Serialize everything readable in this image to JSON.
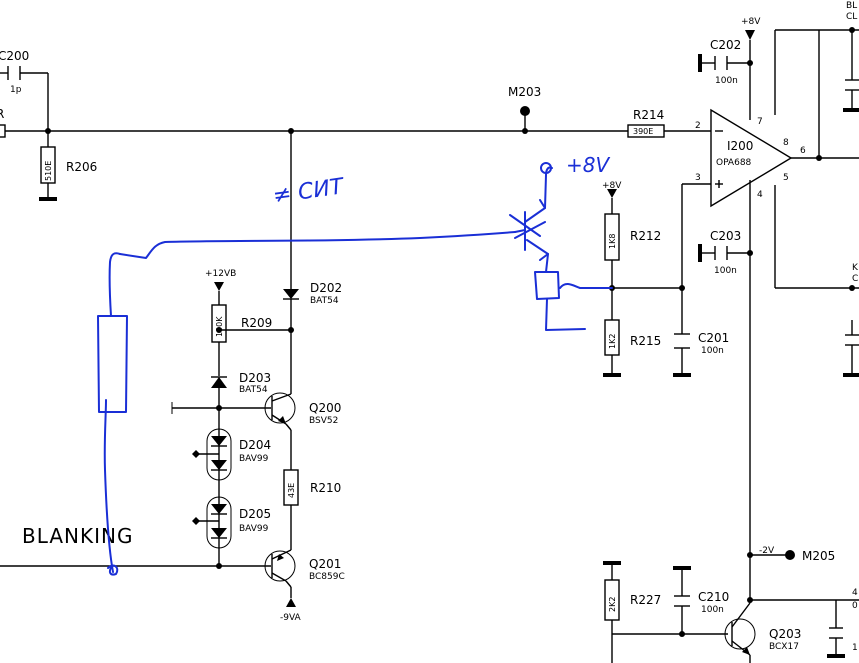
{
  "components": {
    "c200": {
      "ref": "C200",
      "value": "1p"
    },
    "r206": {
      "ref": "R206",
      "value": "510E"
    },
    "m203": {
      "ref": "M203"
    },
    "r214": {
      "ref": "R214",
      "value": "390E"
    },
    "c202": {
      "ref": "C202",
      "value": "100n"
    },
    "i200": {
      "ref": "I200",
      "value": "OPA688"
    },
    "c203": {
      "ref": "C203",
      "value": "100n"
    },
    "r212": {
      "ref": "R212",
      "value": "1K8"
    },
    "r215": {
      "ref": "R215",
      "value": "1K2"
    },
    "c201": {
      "ref": "C201",
      "value": "100n"
    },
    "r209": {
      "ref": "R209",
      "value": "100K"
    },
    "d202": {
      "ref": "D202",
      "value": "BAT54"
    },
    "d203": {
      "ref": "D203",
      "value": "BAT54"
    },
    "q200": {
      "ref": "Q200",
      "value": "BSV52"
    },
    "d204": {
      "ref": "D204",
      "value": "BAV99"
    },
    "r210": {
      "ref": "R210",
      "value": "43E"
    },
    "d205": {
      "ref": "D205",
      "value": "BAV99"
    },
    "q201": {
      "ref": "Q201",
      "value": "BC859C"
    },
    "m205": {
      "ref": "M205"
    },
    "r227": {
      "ref": "R227",
      "value": "2K2"
    },
    "c210": {
      "ref": "C210",
      "value": "100n"
    },
    "q203": {
      "ref": "Q203",
      "value": "BCX17"
    }
  },
  "rails": {
    "plus8v_top": "+8V",
    "plus8v_r212": "+8V",
    "plus12vb": "+12VB",
    "minus9va": "-9VA",
    "minus2v": "-2V"
  },
  "pins": {
    "p2": "2",
    "p3": "3",
    "p4": "4",
    "p5": "5",
    "p6": "6",
    "p7": "7",
    "p8": "8",
    "p4b": "4"
  },
  "labels": {
    "blanking": "BLANKING",
    "clipped_r": "R",
    "clipped_bl": "BL",
    "clipped_cl": "CL",
    "clipped_k": "K",
    "clipped_c": "C",
    "clipped_1": "1",
    "clipped_0": "0"
  },
  "handwritten": {
    "cut_note": "≠ СИТ",
    "plus8v_note": "+8V"
  },
  "colors": {
    "ink": "#1a2fd6",
    "line": "#000000",
    "background": "#ffffff"
  }
}
